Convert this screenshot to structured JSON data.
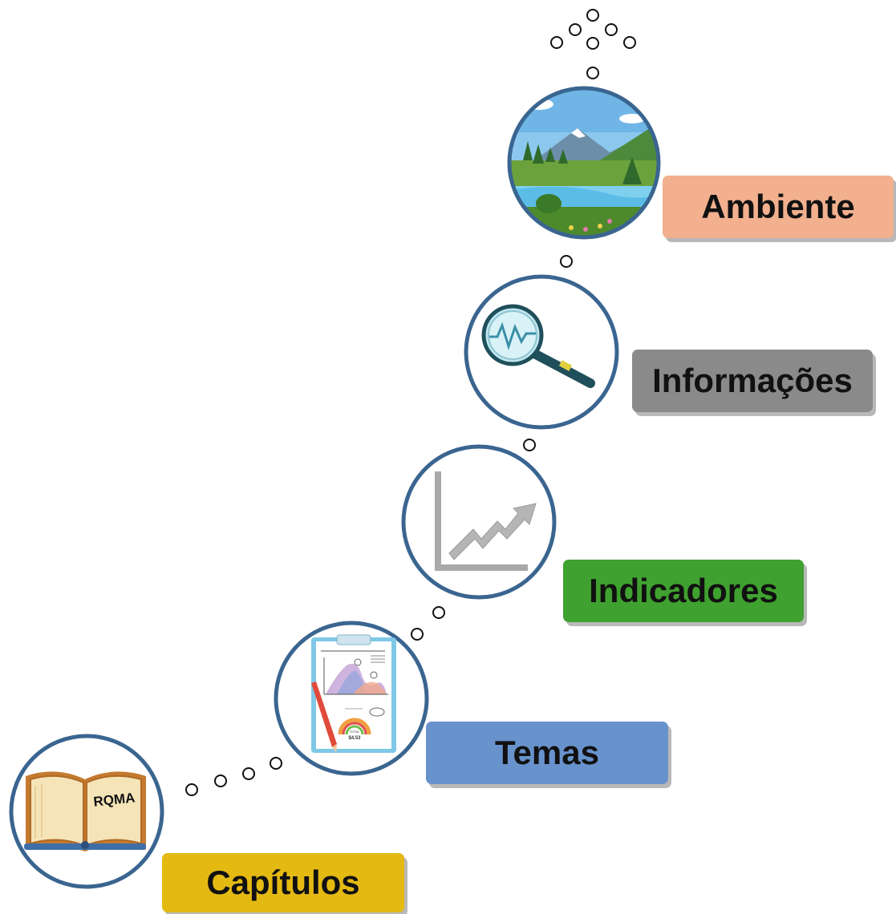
{
  "steps": [
    {
      "label": "Capítulos",
      "color": "#e4b912",
      "icon": "book-icon",
      "book_text": "RQMA"
    },
    {
      "label": "Temas",
      "color": "#6892cc",
      "icon": "clipboard-chart-icon",
      "clipboard_total_label": "TOTAL",
      "clipboard_total_value": "$4.53"
    },
    {
      "label": "Indicadores",
      "color": "#3fa12f",
      "icon": "trend-chart-icon"
    },
    {
      "label": "Informações",
      "color": "#8a8a8a",
      "icon": "magnifier-icon"
    },
    {
      "label": "Ambiente",
      "color": "#f2b08e",
      "icon": "landscape-icon"
    }
  ],
  "colors": {
    "circle_border": "#3a6590",
    "bubble_stroke": "#111111"
  }
}
